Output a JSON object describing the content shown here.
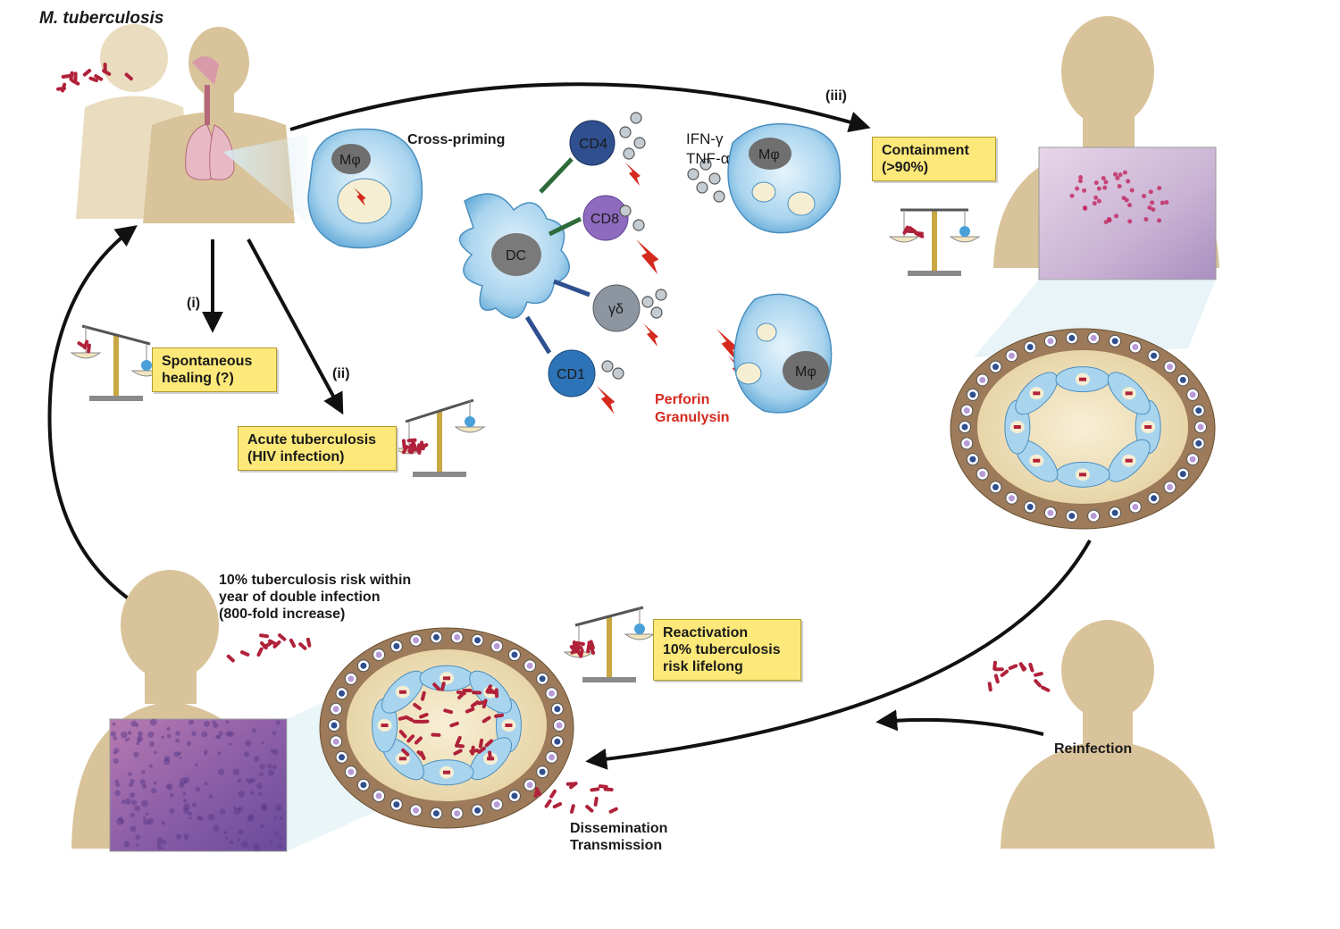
{
  "title": "M. tuberculosis",
  "cross_priming": "Cross-priming",
  "cytokines": [
    "IFN-γ",
    "TNF-α"
  ],
  "cells": {
    "macrophage": "Mφ",
    "dendritic": "DC",
    "cd4": "CD4",
    "cd8": "CD8",
    "gd": "γδ",
    "cd1": "CD1"
  },
  "effectors": [
    "Perforin",
    "Granulysin"
  ],
  "paths": {
    "i": "(i)",
    "ii": "(ii)",
    "iii": "(iii)"
  },
  "boxes": {
    "spontaneous": [
      "Spontaneous",
      "healing (?)"
    ],
    "acute": [
      "Acute tuberculosis",
      "(HIV infection)"
    ],
    "containment": [
      "Containment",
      "(>90%)"
    ],
    "reactivation": [
      "Reactivation",
      "10% tuberculosis",
      "risk lifelong"
    ]
  },
  "hiv_note": [
    "10% tuberculosis risk within",
    "year of double infection",
    "(800-fold increase)"
  ],
  "reinfection": "Reinfection",
  "dissemination": [
    "Dissemination",
    "Transmission"
  ],
  "colors": {
    "skin": "#d9c39a",
    "cell_blue": "#8fc6e8",
    "bacteria": "#b0213a",
    "lightning": "#d42a1e",
    "box_yellow": "#fde97a",
    "cd4": "#2f4f8f",
    "cd8": "#8e6bbf",
    "gd": "#7f8a94",
    "cd1": "#2d73b8",
    "granuloma_rim": "#9c7a5a"
  }
}
